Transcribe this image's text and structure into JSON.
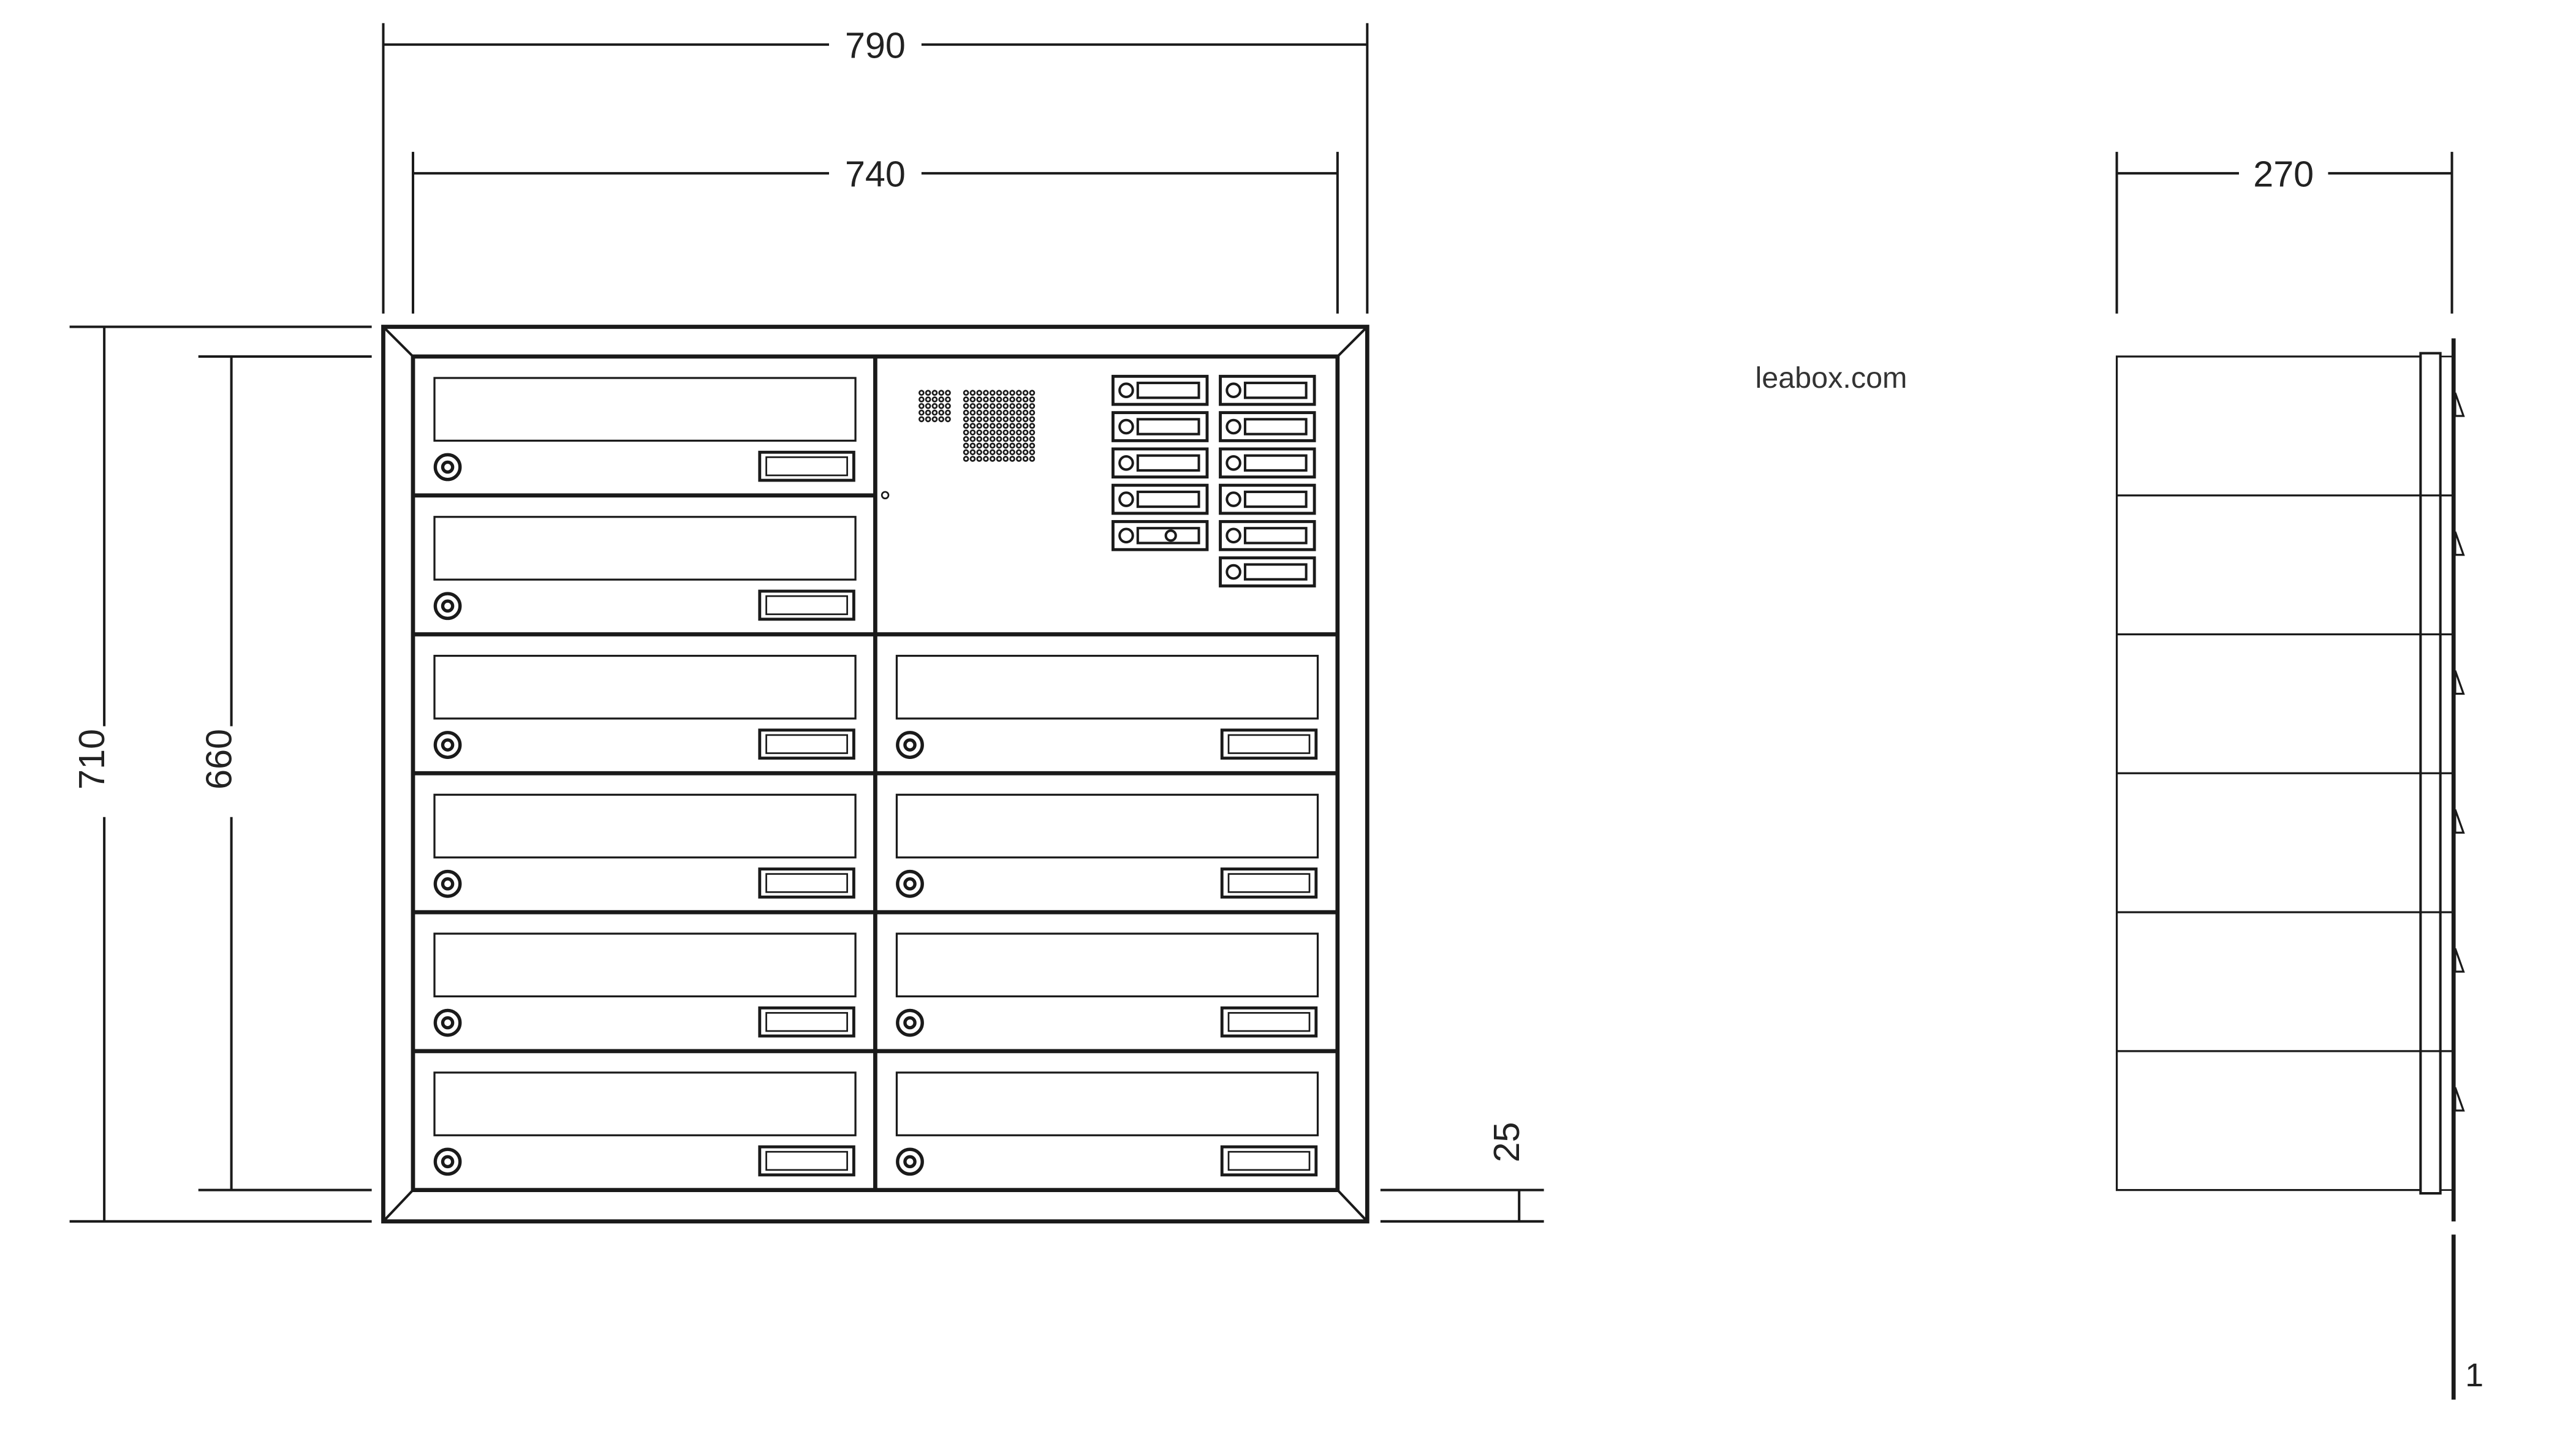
{
  "front_view": {
    "dimensions": {
      "total_width": "790",
      "inner_width": "740",
      "total_height": "710",
      "inner_height": "660",
      "bottom_offset": "25"
    },
    "mailbox_columns": 2,
    "mailbox_rows": 6,
    "mailbox_count": 10,
    "intercom_panel": {
      "bell_buttons_left_column": 5,
      "bell_buttons_right_column": 6
    }
  },
  "side_view": {
    "dimensions": {
      "depth": "270",
      "wall_gap": "1"
    },
    "compartments": 6
  },
  "watermark": "leabox.com"
}
